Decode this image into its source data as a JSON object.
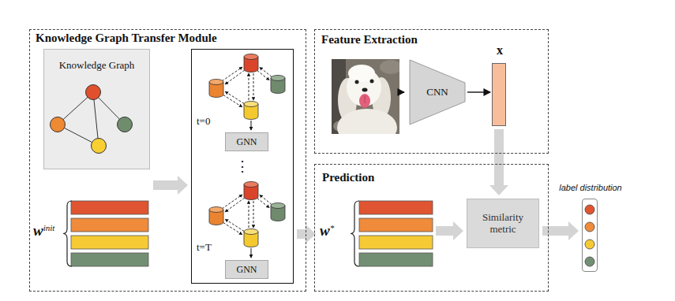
{
  "diagram": {
    "nodes": [
      {
        "text": [
          "Knowledge Graph Transfer Module"
        ]
      },
      {
        "text": [
          "Knowledge Graph"
        ],
        "in": 0
      },
      {
        "text": [
          "w",
          "init"
        ],
        "in": 0
      },
      {
        "text": [
          "t=0",
          "⋮",
          "t=T"
        ],
        "in": 0
      },
      {
        "text": [
          "GNN"
        ],
        "in": 3
      },
      {
        "text": [
          "GNN"
        ],
        "in": 3
      },
      {
        "text": [
          "Feature Extraction"
        ]
      },
      {
        "text": [
          "CNN"
        ],
        "in": 6
      },
      {
        "text": [
          "x"
        ],
        "in": 6
      },
      {
        "text": [
          "Prediction"
        ]
      },
      {
        "text": [
          "w",
          "*"
        ],
        "in": 9
      },
      {
        "text": [
          "Similarity metric"
        ],
        "in": 9
      },
      {
        "text": [
          "label distribution"
        ]
      }
    ],
    "edges": [
      {
        "from": 2,
        "to": 3,
        "arrow": "to"
      },
      {
        "from": 7,
        "to": 8,
        "arrow": "to"
      },
      {
        "from": 8,
        "to": 11,
        "arrow": "to"
      },
      {
        "from": 3,
        "to": 10,
        "arrow": "to"
      },
      {
        "from": 10,
        "to": 11,
        "arrow": "to"
      },
      {
        "from": 11,
        "to": 12,
        "arrow": "to"
      }
    ]
  }
}
